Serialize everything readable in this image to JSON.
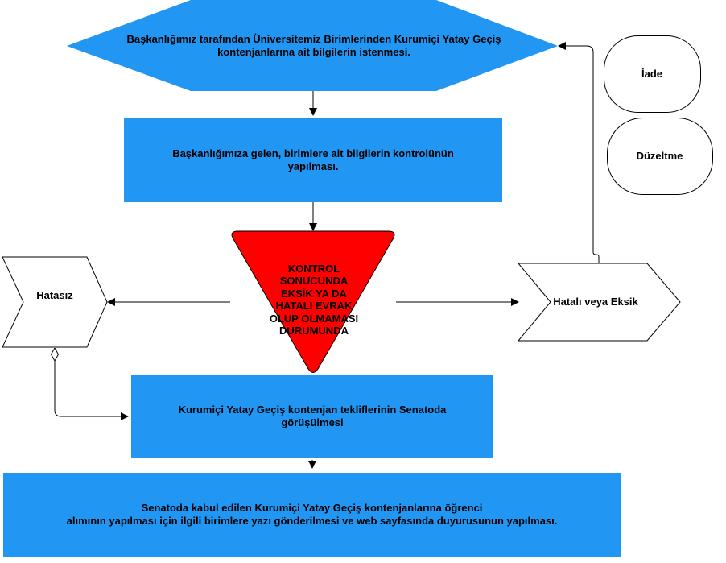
{
  "diagram": {
    "colors": {
      "process_fill": "#2196F3",
      "decision_fill": "#FF0000",
      "stroke": "#000000",
      "background": "#FFFFFF"
    },
    "nodes": {
      "start": {
        "text": "Başkanlığımız tarafından Üniversitemiz Birimlerinden Kurumiçi Yatay Geçiş kontenjanlarına ait bilgilerin istenmesi.",
        "line1": "Başkanlığımız tarafından Üniversitemiz Birimlerinden Kurumiçi Yatay Geçiş",
        "line2": "kontenjanlarına ait bilgilerin istenmesi.",
        "shape": "hexagon"
      },
      "check": {
        "line1": "Başkanlığımıza gelen, birimlere ait bilgilerin kontrolünün",
        "line2": "yapılması.",
        "shape": "rectangle"
      },
      "decision": {
        "lines": [
          "KONTROL",
          "SONUCUNDA",
          "EKSİK YA DA",
          "HATALI EVRAK",
          "OLUP OLMAMASI",
          "DURUMUNDA"
        ],
        "shape": "inverted-triangle"
      },
      "ok": {
        "text": "Hatasız",
        "shape": "chevron"
      },
      "error": {
        "text": "Hatalı veya Eksik",
        "shape": "chevron"
      },
      "return": {
        "text": "İade",
        "shape": "rounded-rectangle"
      },
      "fix": {
        "text": "Düzeltme",
        "shape": "rounded-rectangle"
      },
      "senate": {
        "line1": "Kurumiçi Yatay Geçiş kontenjan tekliflerinin Senatoda",
        "line2": "görüşülmesi",
        "shape": "rectangle"
      },
      "final": {
        "line1": "Senatoda kabul edilen Kurumiçi Yatay Geçiş kontenjanlarına öğrenci",
        "line2": "alımının yapılması için ilgili birimlere yazı gönderilmesi ve web sayfasında duyurusunun yapılması.",
        "shape": "rectangle"
      }
    },
    "edges": [
      {
        "from": "start",
        "to": "check"
      },
      {
        "from": "check",
        "to": "decision"
      },
      {
        "from": "decision",
        "to": "ok"
      },
      {
        "from": "decision",
        "to": "error"
      },
      {
        "from": "error",
        "to": "start"
      },
      {
        "from": "ok",
        "to": "senate"
      },
      {
        "from": "senate",
        "to": "final"
      }
    ]
  }
}
